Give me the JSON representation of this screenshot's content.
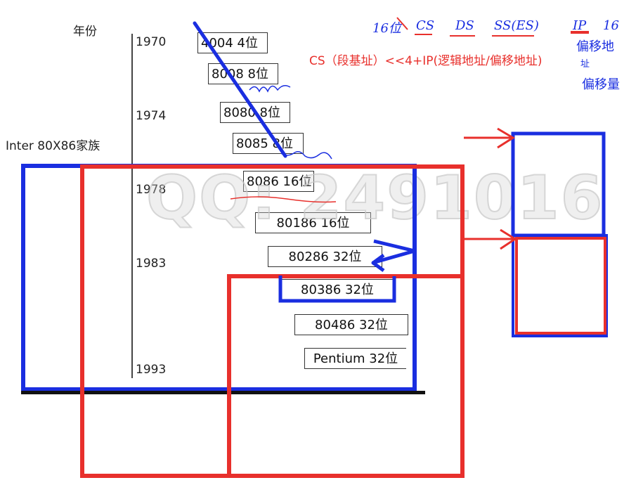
{
  "labels": {
    "year_header": "年份",
    "family": "Inter 80X86家族"
  },
  "years": [
    "1970",
    "1974",
    "1978",
    "1983",
    "1993"
  ],
  "chips": [
    "4004 4位",
    "8008 8位",
    "8080 8位",
    "8085 8位",
    "8086 16位",
    "80186 16位",
    "80286 32位",
    "80386 32位",
    "80486 32位",
    "Pentium 32位"
  ],
  "registers": {
    "prefix": "16位",
    "cs": "CS",
    "ds": "DS",
    "ss_es": "SS(ES)",
    "ip": "IP",
    "ip_note": "16"
  },
  "formula": "CS（段基址）<<4+IP(逻辑地址/偏移地址)",
  "side_notes": {
    "offset_addr": "偏移地",
    "offset_addr_tail": "址",
    "offset_amount": "偏移量"
  },
  "watermark": "QQ: 2491016",
  "colors": {
    "annotation_blue": "#1a2ee0",
    "annotation_red": "#e8302c"
  }
}
